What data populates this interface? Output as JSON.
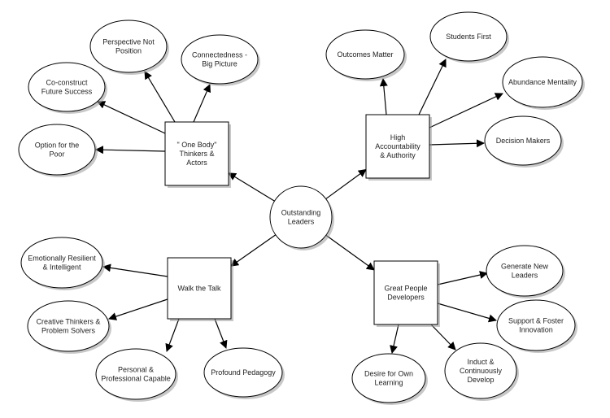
{
  "colors": {
    "fill": "#ffffff",
    "stroke": "#000000",
    "shadow": "#9a9a9a",
    "text": "#222222"
  },
  "center": {
    "lines": [
      "Outstanding",
      "Leaders"
    ]
  },
  "hubs": [
    {
      "id": "one-body",
      "lines": [
        "\" One Body\"",
        "Thinkers &",
        "Actors"
      ]
    },
    {
      "id": "accountability",
      "lines": [
        "High",
        "Accountability",
        "& Authority"
      ]
    },
    {
      "id": "walk-talk",
      "lines": [
        "Walk the Talk"
      ]
    },
    {
      "id": "people-developers",
      "lines": [
        "Great People",
        "Developers"
      ]
    }
  ],
  "leaves": [
    {
      "id": "perspective",
      "hub": "one-body",
      "lines": [
        "Perspective Not",
        "Position"
      ]
    },
    {
      "id": "connectedness",
      "hub": "one-body",
      "lines": [
        "Connectedness -",
        "Big Picture"
      ]
    },
    {
      "id": "co-construct",
      "hub": "one-body",
      "lines": [
        "Co-construct",
        "Future Success"
      ]
    },
    {
      "id": "option-poor",
      "hub": "one-body",
      "lines": [
        "Option for the",
        "Poor"
      ]
    },
    {
      "id": "outcomes",
      "hub": "accountability",
      "lines": [
        "Outcomes Matter"
      ]
    },
    {
      "id": "students-first",
      "hub": "accountability",
      "lines": [
        "Students First"
      ]
    },
    {
      "id": "abundance",
      "hub": "accountability",
      "lines": [
        "Abundance Mentality"
      ]
    },
    {
      "id": "decision-makers",
      "hub": "accountability",
      "lines": [
        "Decision Makers"
      ]
    },
    {
      "id": "emotionally",
      "hub": "walk-talk",
      "lines": [
        "Emotionally Resilient",
        "& Intelligent"
      ]
    },
    {
      "id": "creative",
      "hub": "walk-talk",
      "lines": [
        "Creative Thinkers &",
        "Problem Solvers"
      ]
    },
    {
      "id": "personal",
      "hub": "walk-talk",
      "lines": [
        "Personal &",
        "Professional Capable"
      ]
    },
    {
      "id": "pedagogy",
      "hub": "walk-talk",
      "lines": [
        "Profound Pedagogy"
      ]
    },
    {
      "id": "generate",
      "hub": "people-developers",
      "lines": [
        "Generate New",
        "Leaders"
      ]
    },
    {
      "id": "support",
      "hub": "people-developers",
      "lines": [
        "Support & Foster",
        "Innovation"
      ]
    },
    {
      "id": "induct",
      "hub": "people-developers",
      "lines": [
        "Induct &",
        "Continuously",
        "Develop"
      ]
    },
    {
      "id": "desire",
      "hub": "people-developers",
      "lines": [
        "Desire for Own",
        "Learning"
      ]
    }
  ]
}
